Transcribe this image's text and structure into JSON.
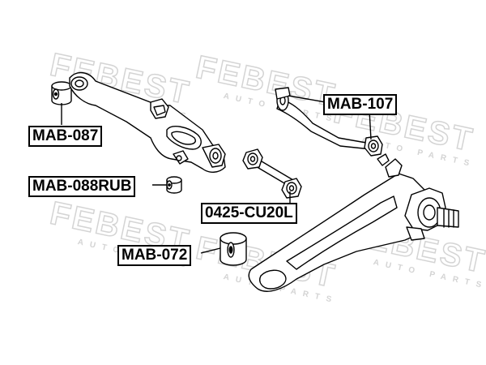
{
  "watermark": {
    "brand": "FEBEST",
    "tagline": "AUTO PARTS",
    "color": "#d4d4d4"
  },
  "labels": {
    "mab087": "MAB-087",
    "mab088rub": "MAB-088RUB",
    "mab072": "MAB-072",
    "mab107": "MAB-107",
    "cu20l": "0425-CU20L"
  },
  "colors": {
    "line": "#000000",
    "background": "#ffffff"
  }
}
